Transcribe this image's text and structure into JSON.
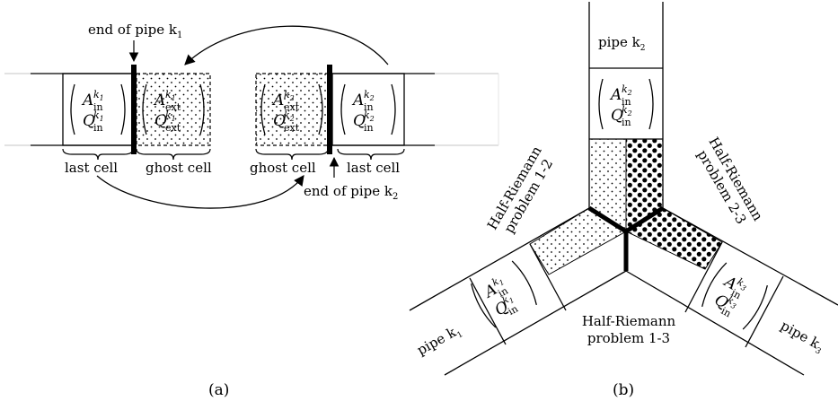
{
  "panel_a": {
    "label_end_k1": "end of pipe k",
    "label_end_k1_sub": "1",
    "label_end_k2": "end of pipe k",
    "label_end_k2_sub": "2",
    "label_last_cell_left": "last cell",
    "label_ghost_cell_left": "ghost cell",
    "label_ghost_cell_right": "ghost cell",
    "label_last_cell_right": "last cell",
    "vec_last_k1": {
      "top": "A",
      "top_sub": "in",
      "top_sup": "k1",
      "bot": "Q",
      "bot_sub": "in",
      "bot_sup": "k1"
    },
    "vec_ghost_k1": {
      "top": "A",
      "top_sub": "ext",
      "top_sup": "k1",
      "bot": "Q",
      "bot_sub": "ext",
      "bot_sup": "k1"
    },
    "vec_ghost_k2": {
      "top": "A",
      "top_sub": "ext",
      "top_sup": "k2",
      "bot": "Q",
      "bot_sub": "ext",
      "bot_sup": "k2"
    },
    "vec_last_k2": {
      "top": "A",
      "top_sub": "in",
      "top_sup": "k2",
      "bot": "Q",
      "bot_sub": "in",
      "bot_sup": "k2"
    },
    "caption": "(a)"
  },
  "panel_b": {
    "pipe_k2": "pipe k",
    "pipe_k2_sub": "2",
    "pipe_k1": "pipe k",
    "pipe_k1_sub": "1",
    "pipe_k3": "pipe k",
    "pipe_k3_sub": "3",
    "hr12_line1": "Half-Riemann",
    "hr12_line2": "problem 1-2",
    "hr23_line1": "Half-Riemann",
    "hr23_line2": "problem 2-3",
    "hr13_line1": "Half-Riemann",
    "hr13_line2": "problem 1-3",
    "vec_k2": {
      "top": "A",
      "top_sub": "in",
      "top_sup": "k2",
      "bot": "Q",
      "bot_sub": "in",
      "bot_sup": "k2"
    },
    "vec_k1": {
      "top": "A",
      "top_sub": "in",
      "top_sup": "k1",
      "bot": "Q",
      "bot_sub": "in",
      "bot_sup": "k1"
    },
    "vec_k3": {
      "top": "A",
      "top_sub": "in",
      "top_sup": "k3",
      "bot": "Q",
      "bot_sub": "in",
      "bot_sup": "k3"
    },
    "caption": "(b)"
  }
}
